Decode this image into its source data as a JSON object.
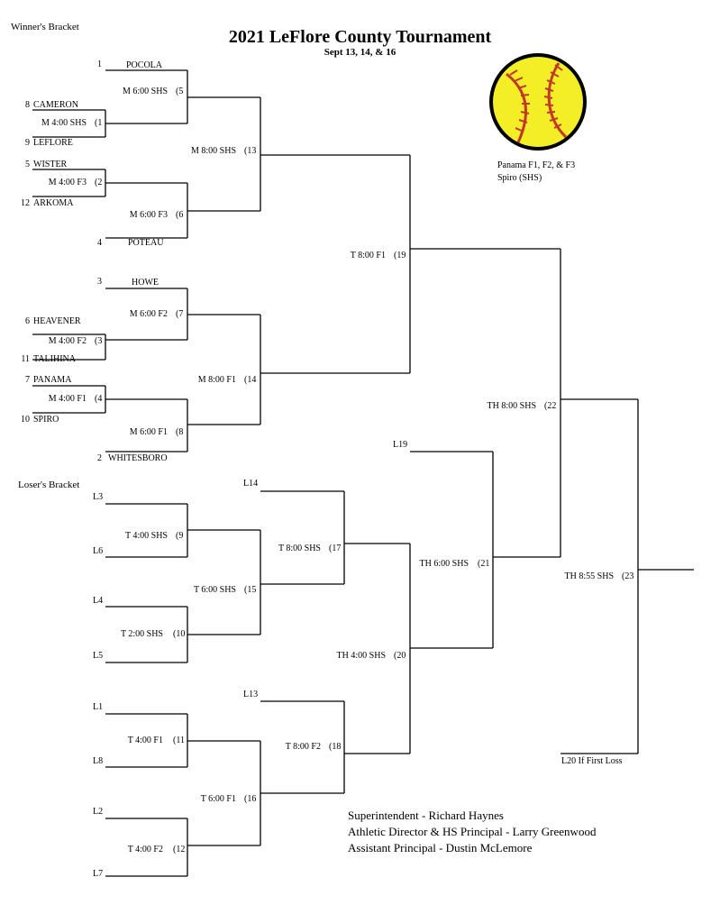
{
  "header": {
    "winners_label": "Winner's Bracket",
    "title": "2021 LeFlore County Tournament",
    "subtitle": "Sept 13, 14, & 16"
  },
  "softball_icon": "softball-icon",
  "fields_note": {
    "line1": "Panama F1, F2, & F3",
    "line2": "Spiro (SHS)"
  },
  "seeds": [
    {
      "seed": "1",
      "team": "POCOLA"
    },
    {
      "seed": "8",
      "team": "CAMERON"
    },
    {
      "seed": "9",
      "team": "LEFLORE"
    },
    {
      "seed": "5",
      "team": "WISTER"
    },
    {
      "seed": "12",
      "team": "ARKOMA"
    },
    {
      "seed": "4",
      "team": "POTEAU"
    },
    {
      "seed": "3",
      "team": "HOWE"
    },
    {
      "seed": "6",
      "team": "HEAVENER"
    },
    {
      "seed": "11",
      "team": "TALIHINA"
    },
    {
      "seed": "7",
      "team": "PANAMA"
    },
    {
      "seed": "10",
      "team": "SPIRO"
    },
    {
      "seed": "2",
      "team": "WHITESBORO"
    }
  ],
  "games": [
    {
      "time": "M 4:00 SHS",
      "num": "(1"
    },
    {
      "time": "M 4:00 F3",
      "num": "(2"
    },
    {
      "time": "M 4:00 F2",
      "num": "(3"
    },
    {
      "time": "M 4:00 F1",
      "num": "(4"
    },
    {
      "time": "M 6:00 SHS",
      "num": "(5"
    },
    {
      "time": "M 6:00 F3",
      "num": "(6"
    },
    {
      "time": "M 6:00 F2",
      "num": "(7"
    },
    {
      "time": "M 6:00 F1",
      "num": "(8"
    },
    {
      "time": "T 4:00 SHS",
      "num": "(9"
    },
    {
      "time": "T 2:00 SHS",
      "num": "(10"
    },
    {
      "time": "T 4:00 F1",
      "num": "(11"
    },
    {
      "time": "T 4:00 F2",
      "num": "(12"
    },
    {
      "time": "M 8:00 SHS",
      "num": "(13"
    },
    {
      "time": "M 8:00 F1",
      "num": "(14"
    },
    {
      "time": "T 6:00 SHS",
      "num": "(15"
    },
    {
      "time": "T 6:00 F1",
      "num": "(16"
    },
    {
      "time": "T 8:00 SHS",
      "num": "(17"
    },
    {
      "time": "T 8:00 F2",
      "num": "(18"
    },
    {
      "time": "T 8:00 F1",
      "num": "(19"
    },
    {
      "time": "TH 4:00 SHS",
      "num": "(20"
    },
    {
      "time": "TH 6:00 SHS",
      "num": "(21"
    },
    {
      "time": "TH 8:00 SHS",
      "num": "(22"
    },
    {
      "time": "TH 8:55 SHS",
      "num": "(23"
    }
  ],
  "losers_bracket": {
    "label": "Loser's Bracket",
    "slots": [
      "L3",
      "L6",
      "L4",
      "L5",
      "L1",
      "L8",
      "L2",
      "L7",
      "L14",
      "L13",
      "L19"
    ],
    "final_note": "L20 If First Loss"
  },
  "admin": {
    "superintendent": "Superintendent - Richard Haynes",
    "athletic_director": "Athletic Director & HS Principal - Larry Greenwood",
    "assistant_principal": "Assistant Principal - Dustin McLemore"
  }
}
